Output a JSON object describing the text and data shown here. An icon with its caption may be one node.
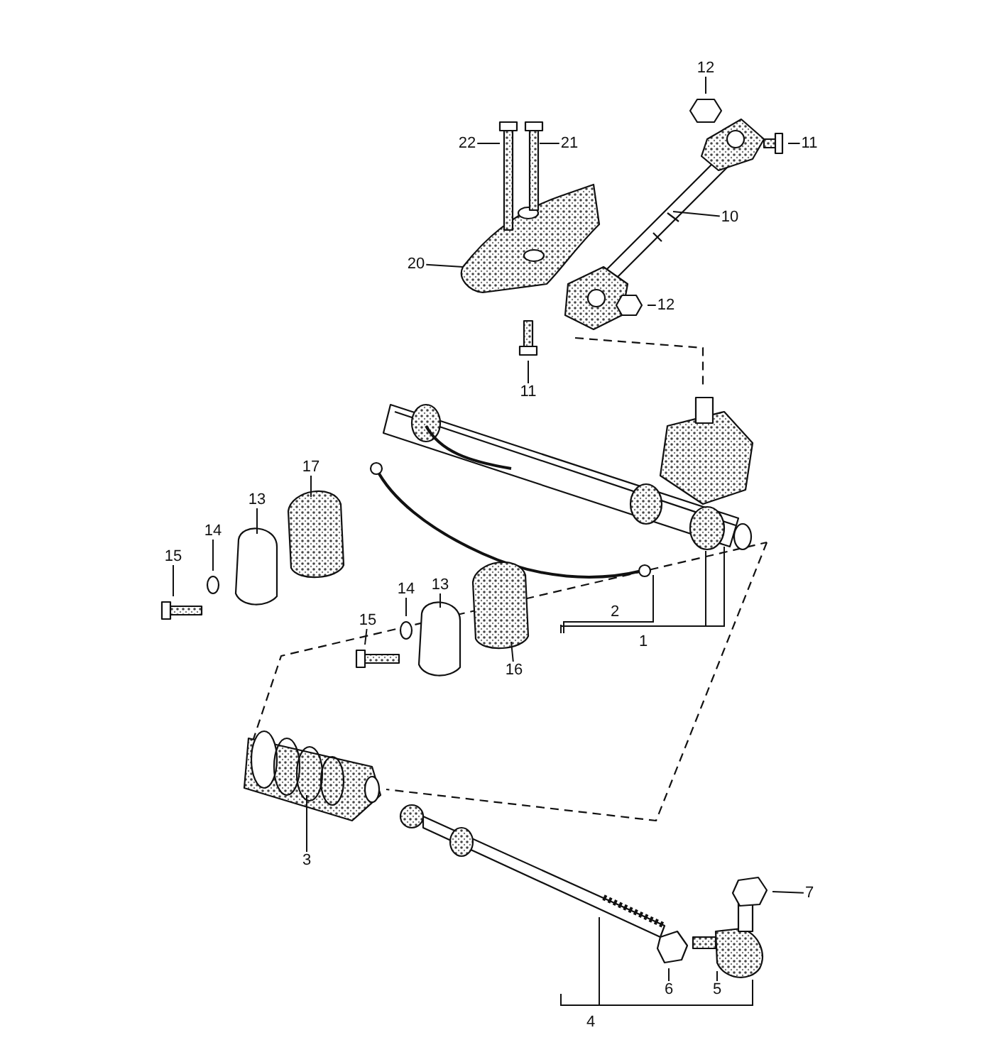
{
  "diagram": {
    "nodes": [
      {
        "text": [
          "12"
        ]
      },
      {
        "text": [
          "11"
        ]
      },
      {
        "text": [
          "22"
        ]
      },
      {
        "text": [
          "21"
        ]
      },
      {
        "text": [
          "10"
        ]
      },
      {
        "text": [
          "20"
        ]
      },
      {
        "text": [
          "12"
        ]
      },
      {
        "text": [
          "11"
        ]
      },
      {
        "text": [
          "17"
        ]
      },
      {
        "text": [
          "13"
        ]
      },
      {
        "text": [
          "14"
        ]
      },
      {
        "text": [
          "15"
        ]
      },
      {
        "text": [
          "13"
        ]
      },
      {
        "text": [
          "14"
        ]
      },
      {
        "text": [
          "15"
        ]
      },
      {
        "text": [
          "16"
        ]
      },
      {
        "text": [
          "3"
        ]
      },
      {
        "text": [
          "7"
        ]
      },
      {
        "text": [
          "6"
        ]
      },
      {
        "text": [
          "5"
        ]
      }
    ],
    "edges": [
      {
        "from": 0,
        "to": null,
        "arrow": "none"
      },
      {
        "from": 1,
        "to": null,
        "arrow": "none"
      },
      {
        "from": 2,
        "to": null,
        "arrow": "none"
      },
      {
        "from": 3,
        "to": null,
        "arrow": "none"
      },
      {
        "from": 4,
        "to": null,
        "arrow": "none"
      },
      {
        "from": 5,
        "to": null,
        "arrow": "none"
      },
      {
        "from": 6,
        "to": null,
        "arrow": "none"
      },
      {
        "from": 7,
        "to": null,
        "arrow": "none"
      },
      {
        "from": 8,
        "to": null,
        "arrow": "none"
      },
      {
        "from": 9,
        "to": null,
        "arrow": "none"
      },
      {
        "from": 10,
        "to": null,
        "arrow": "none"
      },
      {
        "from": 11,
        "to": null,
        "arrow": "none"
      },
      {
        "from": 12,
        "to": null,
        "arrow": "none"
      },
      {
        "from": 13,
        "to": null,
        "arrow": "none"
      },
      {
        "from": 14,
        "to": null,
        "arrow": "none"
      },
      {
        "from": 15,
        "to": null,
        "arrow": "none"
      },
      {
        "from": 16,
        "to": null,
        "arrow": "none"
      },
      {
        "from": 17,
        "to": null,
        "arrow": "none"
      },
      {
        "from": 18,
        "to": null,
        "arrow": "none"
      },
      {
        "from": 19,
        "to": null,
        "arrow": "none"
      }
    ],
    "labels": [
      "2",
      "1",
      "4"
    ]
  }
}
